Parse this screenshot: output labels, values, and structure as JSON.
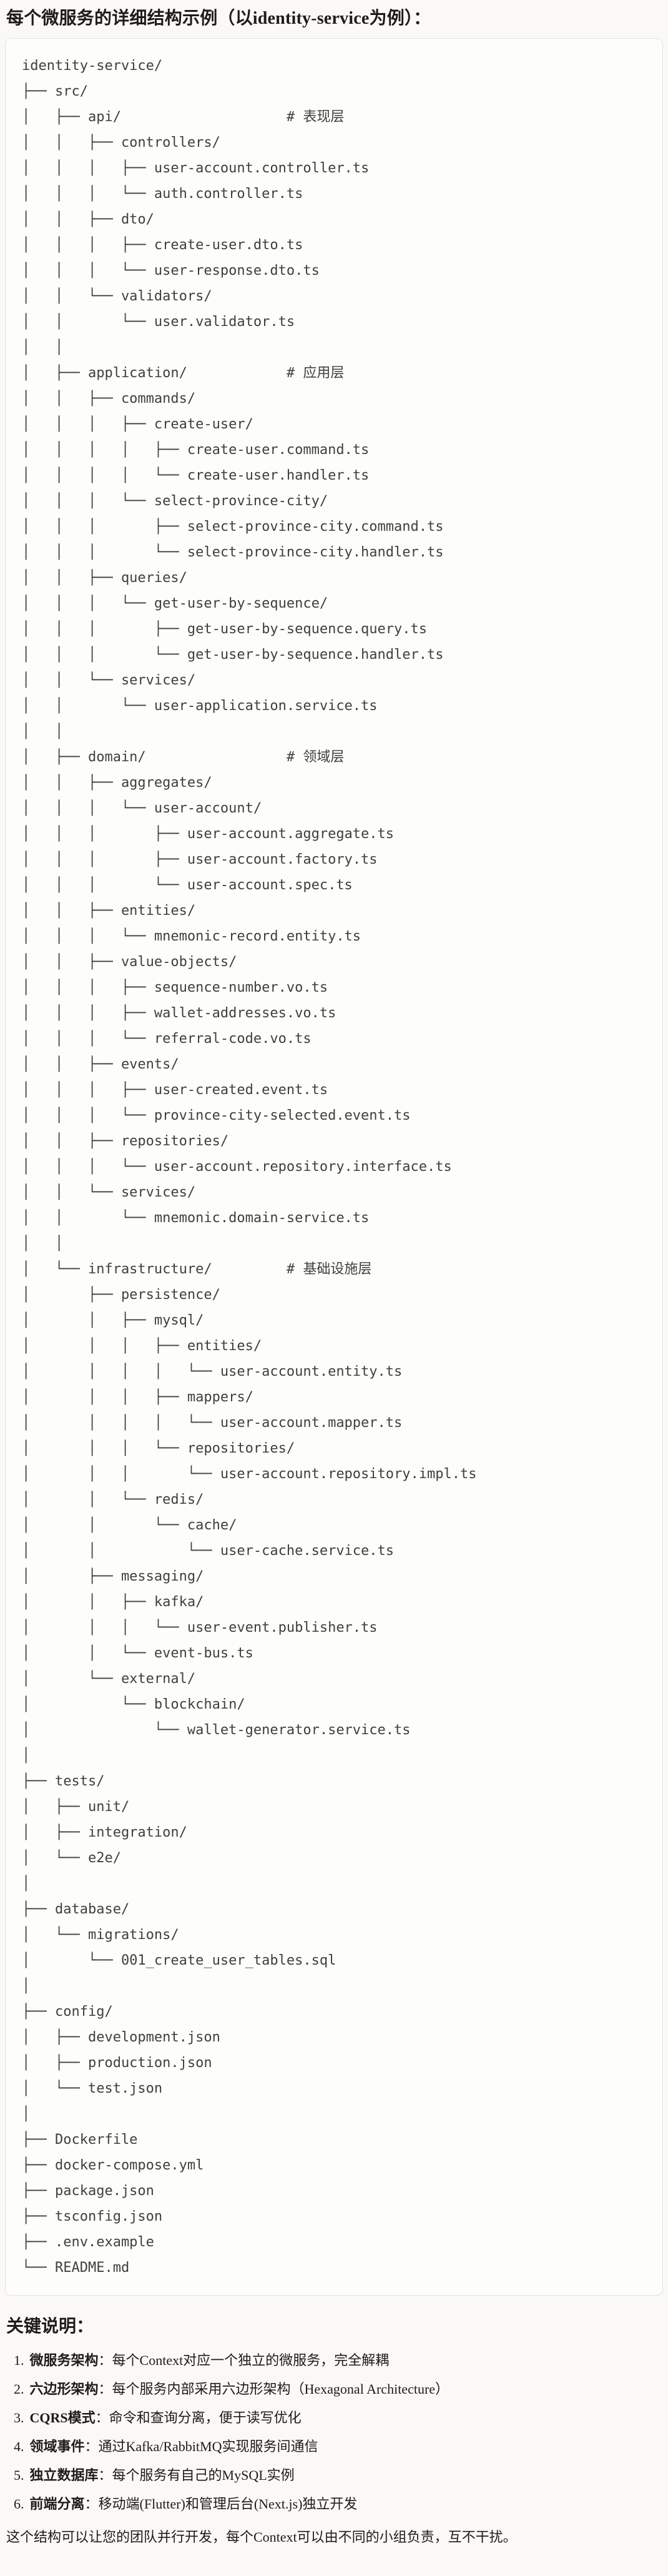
{
  "colors": {
    "page_bg": "#faf9f5",
    "code_bg": "#fdfdfb",
    "code_border": "#e4e2da",
    "body_text": "#1d1c1a",
    "code_text": "#403f3b"
  },
  "page": {
    "title": "每个微服务的详细结构示例（以identity-service为例）："
  },
  "code_block": {
    "lines": [
      "identity-service/",
      "├── src/",
      "│   ├── api/                    # 表现层",
      "│   │   ├── controllers/",
      "│   │   │   ├── user-account.controller.ts",
      "│   │   │   └── auth.controller.ts",
      "│   │   ├── dto/",
      "│   │   │   ├── create-user.dto.ts",
      "│   │   │   └── user-response.dto.ts",
      "│   │   └── validators/",
      "│   │       └── user.validator.ts",
      "│   │",
      "│   ├── application/            # 应用层",
      "│   │   ├── commands/",
      "│   │   │   ├── create-user/",
      "│   │   │   │   ├── create-user.command.ts",
      "│   │   │   │   └── create-user.handler.ts",
      "│   │   │   └── select-province-city/",
      "│   │   │       ├── select-province-city.command.ts",
      "│   │   │       └── select-province-city.handler.ts",
      "│   │   ├── queries/",
      "│   │   │   └── get-user-by-sequence/",
      "│   │   │       ├── get-user-by-sequence.query.ts",
      "│   │   │       └── get-user-by-sequence.handler.ts",
      "│   │   └── services/",
      "│   │       └── user-application.service.ts",
      "│   │",
      "│   ├── domain/                 # 领域层",
      "│   │   ├── aggregates/",
      "│   │   │   └── user-account/",
      "│   │   │       ├── user-account.aggregate.ts",
      "│   │   │       ├── user-account.factory.ts",
      "│   │   │       └── user-account.spec.ts",
      "│   │   ├── entities/",
      "│   │   │   └── mnemonic-record.entity.ts",
      "│   │   ├── value-objects/",
      "│   │   │   ├── sequence-number.vo.ts",
      "│   │   │   ├── wallet-addresses.vo.ts",
      "│   │   │   └── referral-code.vo.ts",
      "│   │   ├── events/",
      "│   │   │   ├── user-created.event.ts",
      "│   │   │   └── province-city-selected.event.ts",
      "│   │   ├── repositories/",
      "│   │   │   └── user-account.repository.interface.ts",
      "│   │   └── services/",
      "│   │       └── mnemonic.domain-service.ts",
      "│   │",
      "│   └── infrastructure/         # 基础设施层",
      "│       ├── persistence/",
      "│       │   ├── mysql/",
      "│       │   │   ├── entities/",
      "│       │   │   │   └── user-account.entity.ts",
      "│       │   │   ├── mappers/",
      "│       │   │   │   └── user-account.mapper.ts",
      "│       │   │   └── repositories/",
      "│       │   │       └── user-account.repository.impl.ts",
      "│       │   └── redis/",
      "│       │       └── cache/",
      "│       │           └── user-cache.service.ts",
      "│       ├── messaging/",
      "│       │   ├── kafka/",
      "│       │   │   └── user-event.publisher.ts",
      "│       │   └── event-bus.ts",
      "│       └── external/",
      "│           └── blockchain/",
      "│               └── wallet-generator.service.ts",
      "│",
      "├── tests/",
      "│   ├── unit/",
      "│   ├── integration/",
      "│   └── e2e/",
      "│",
      "├── database/",
      "│   └── migrations/",
      "│       └── 001_create_user_tables.sql",
      "│",
      "├── config/",
      "│   ├── development.json",
      "│   ├── production.json",
      "│   └── test.json",
      "│",
      "├── Dockerfile",
      "├── docker-compose.yml",
      "├── package.json",
      "├── tsconfig.json",
      "├── .env.example",
      "└── README.md"
    ]
  },
  "notes": {
    "heading": "关键说明：",
    "items": [
      {
        "num": "1.",
        "term": "微服务架构",
        "text": "：每个Context对应一个独立的微服务，完全解耦"
      },
      {
        "num": "2.",
        "term": "六边形架构",
        "text": "：每个服务内部采用六边形架构（Hexagonal Architecture）"
      },
      {
        "num": "3.",
        "term": "CQRS模式",
        "text": "：命令和查询分离，便于读写优化"
      },
      {
        "num": "4.",
        "term": "领域事件",
        "text": "：通过Kafka/RabbitMQ实现服务间通信"
      },
      {
        "num": "5.",
        "term": "独立数据库",
        "text": "：每个服务有自己的MySQL实例"
      },
      {
        "num": "6.",
        "term": "前端分离",
        "text": "：移动端(Flutter)和管理后台(Next.js)独立开发"
      }
    ],
    "closing": "这个结构可以让您的团队并行开发，每个Context可以由不同的小组负责，互不干扰。"
  }
}
